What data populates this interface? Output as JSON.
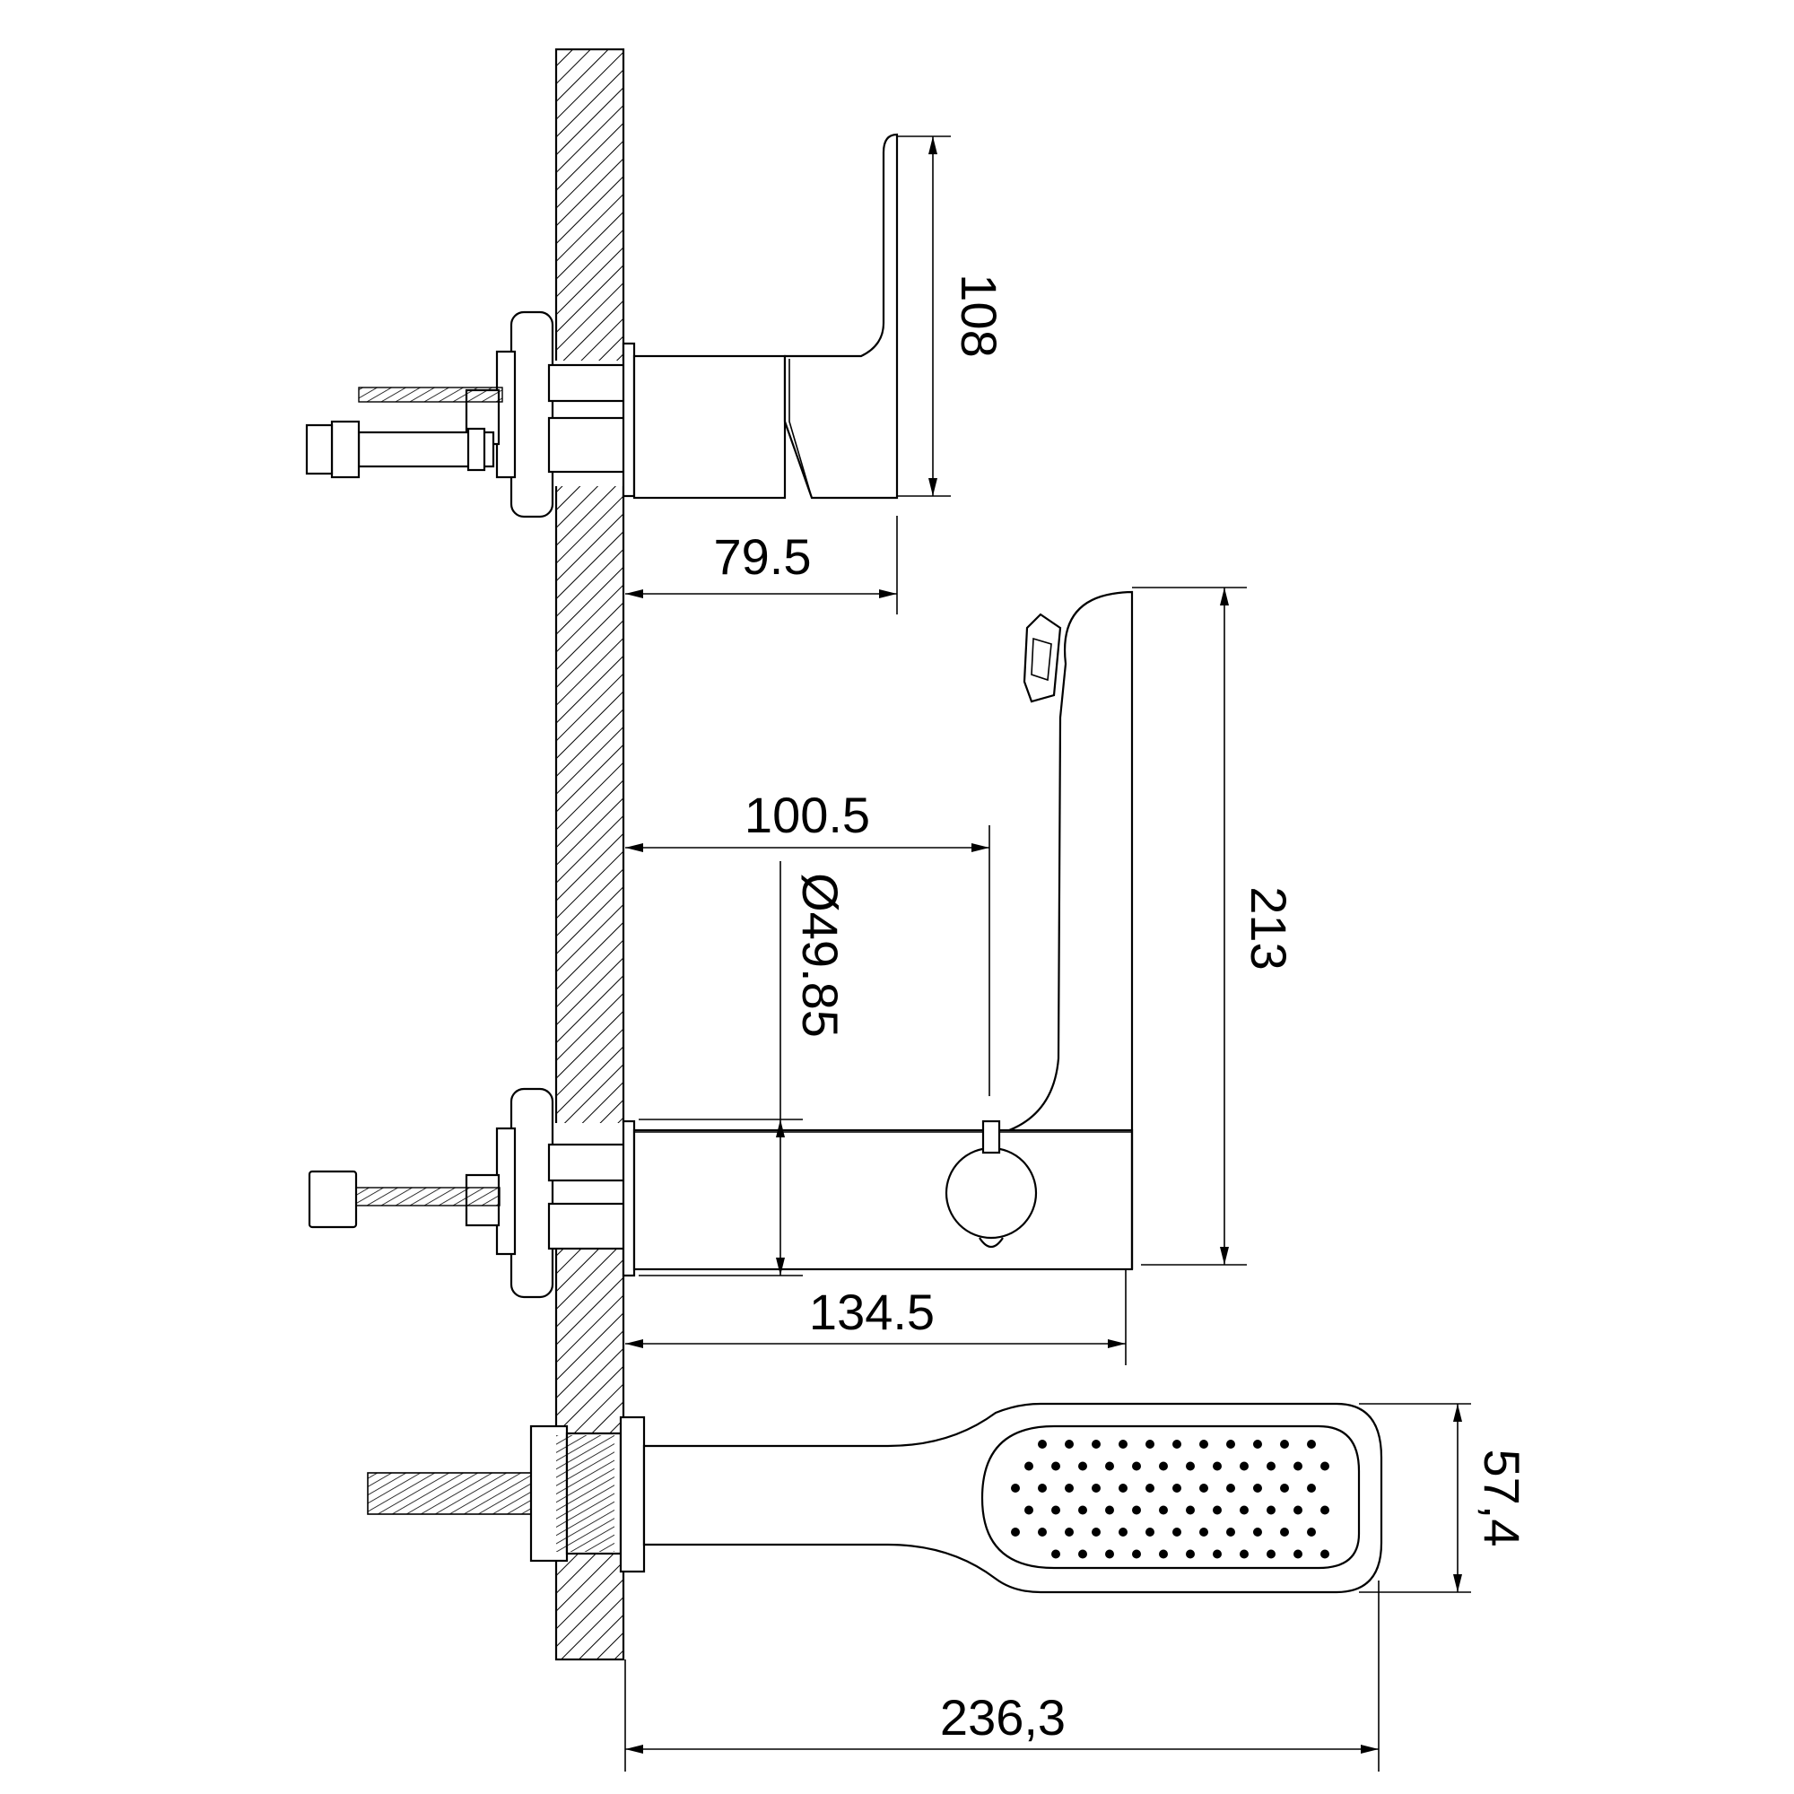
{
  "dimensions": {
    "lever_height": "108",
    "lever_projection": "79.5",
    "spout_projection": "100.5",
    "diverter_diameter": "Ø49.85",
    "handshower_holder_height": "213",
    "spout_total_projection": "134.5",
    "handshower_width": "57,4",
    "handshower_length": "236,3"
  },
  "colors": {
    "line": "#000000",
    "background": "#ffffff"
  }
}
